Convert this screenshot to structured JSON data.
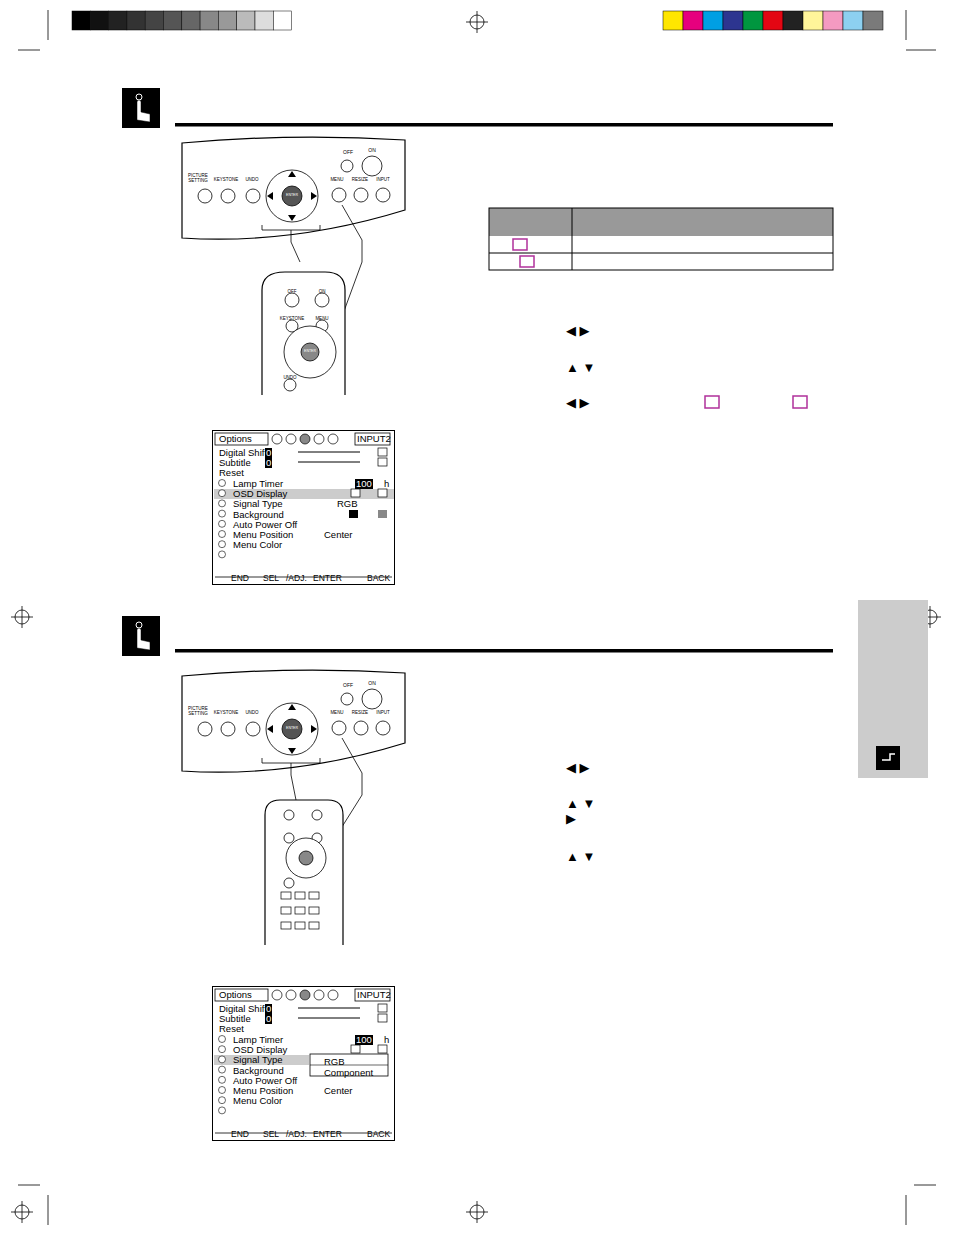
{
  "diagram": {
    "nodes": [
      {
        "text": [
          "Options",
          "INPUT2",
          "Digital Shift",
          "0",
          "Subtitle",
          "0",
          "Reset",
          "Lamp Timer",
          "100",
          "h",
          "OSD Display",
          "Signal Type",
          "RGB",
          "Background",
          "Auto Power Off",
          "Menu Position",
          "Center",
          "Menu Color",
          "END",
          "SEL",
          "/ADJ.",
          "ENTER",
          "BACK"
        ]
      },
      {
        "text": [
          "Options",
          "INPUT2",
          "Digital Shift",
          "0",
          "Subtitle",
          "0",
          "Reset",
          "Lamp Timer",
          "100",
          "h",
          "OSD Display",
          "Signal Type",
          "RGB",
          "Component",
          "Background",
          "Auto Power Off",
          "Menu Position",
          "Center",
          "Menu Color",
          "END",
          "SEL",
          "/ADJ.",
          "ENTER",
          "BACK"
        ]
      }
    ],
    "labels": [
      "OFF",
      "ON",
      "PICTURE SETTING",
      "KEYSTONE",
      "UNDO",
      "ENTER",
      "MENU",
      "RESIZE",
      "INPUT",
      "OFF",
      "ON",
      "KEYSTONE",
      "MENU",
      "ENTER",
      "UNDO",
      "◀ ▶",
      "▲ ▼",
      "◀ ▶",
      "OFF",
      "ON",
      "PICTURE SETTING",
      "KEYSTONE",
      "UNDO",
      "ENTER",
      "MENU",
      "RESIZE",
      "INPUT",
      "◀ ▶",
      "▲ ▼",
      "▶",
      "▲ ▼"
    ]
  }
}
